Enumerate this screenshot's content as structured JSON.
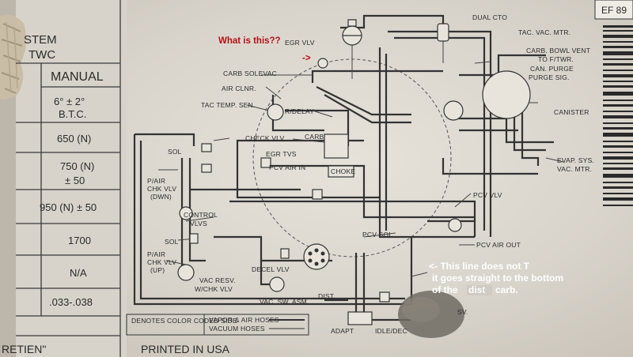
{
  "colors": {
    "paper": "#e4e0d8",
    "ink": "#2b2b2b",
    "annotation_red": "#b31217",
    "annotation_white": "#ffffff"
  },
  "table": {
    "header_partial_1": "STEM",
    "header_partial_2": "TWC",
    "column_header": "MANUAL",
    "rows": [
      {
        "line1": "6° ± 2°",
        "line2": "B.T.C."
      },
      {
        "line1": "650 (N)",
        "line2": ""
      },
      {
        "line1": "750 (N)",
        "line2": "± 50"
      },
      {
        "line1": "950 (N) ± 50",
        "line2": ""
      },
      {
        "line1": "1700",
        "line2": ""
      },
      {
        "line1": "N/A",
        "line2": ""
      },
      {
        "line1": ".033-.038",
        "line2": ""
      }
    ],
    "footer_partial": "RETIEN\""
  },
  "printed_in": "PRINTED IN USA",
  "corner_code": "EF 89",
  "legend": {
    "color_key": "DENOTES COLOR CODED SIDE",
    "hoses": "VAPOR & AIR HOSES",
    "vacuum": "VACUUM HOSES"
  },
  "labels": {
    "dual_cto": "DUAL CTO",
    "egr_vlv": "EGR VLV",
    "tac_vac_mtr": "TAC. VAC. MTR.",
    "carb_bowl_vent": "CARB. BOWL VENT",
    "to_f_twr": "TO F/TWR.",
    "can_purge": "CAN. PURGE",
    "purge_sig": "PURGE SIG.",
    "canister": "CANISTER",
    "carb_solevac": "CARB SOLEVAC",
    "air_clnr": "AIR CLNR.",
    "tac_temp_sen": "TAC TEMP. SEN.",
    "r_delay": "R/DELAY",
    "check_vlv": "CHECK VLV",
    "carb": "CARB",
    "egr_tvs": "EGR TVS",
    "pcv_air_in": "PCV AIR IN",
    "choke": "CHOKE",
    "evap_sys": "EVAP. SYS.",
    "vac_mtr": "VAC. MTR.",
    "sol_1": "SOL",
    "p_air_chk_vlv_dwn_1": "P/AIR",
    "p_air_chk_vlv_dwn_2": "CHK VLV",
    "p_air_chk_vlv_dwn_3": "(DWN)",
    "control": "CONTROL",
    "vlvs": "VLVS",
    "sol_2": "SOL",
    "p_air_chk_vlv_up_1": "P/AIR",
    "p_air_chk_vlv_up_2": "CHK VLV",
    "p_air_chk_vlv_up_3": "(UP)",
    "pcv_vlv": "PCV VLV",
    "pcv_sol": "PCV SOL",
    "pcv_air_out": "PCV AIR OUT",
    "decel_vlv": "DECEL VLV",
    "vac_resv": "VAC RESV.",
    "w_chk_vlv": "W/CHK VLV",
    "vac_sw_asm": "VAC. SW. ASM.",
    "dist": "DIST",
    "adapt": "ADAPT",
    "idle_dec": "IDLE/DEC",
    "resv_partial": "SV."
  },
  "annotations": {
    "question": "What is this??",
    "question_arrow": "->",
    "note_line1": "<- This line does not T",
    "note_line2": "it goes straight to the bottom",
    "note_line3": "of the",
    "note_line3_overwrite": "dist",
    "note_line3_end": "carb."
  }
}
